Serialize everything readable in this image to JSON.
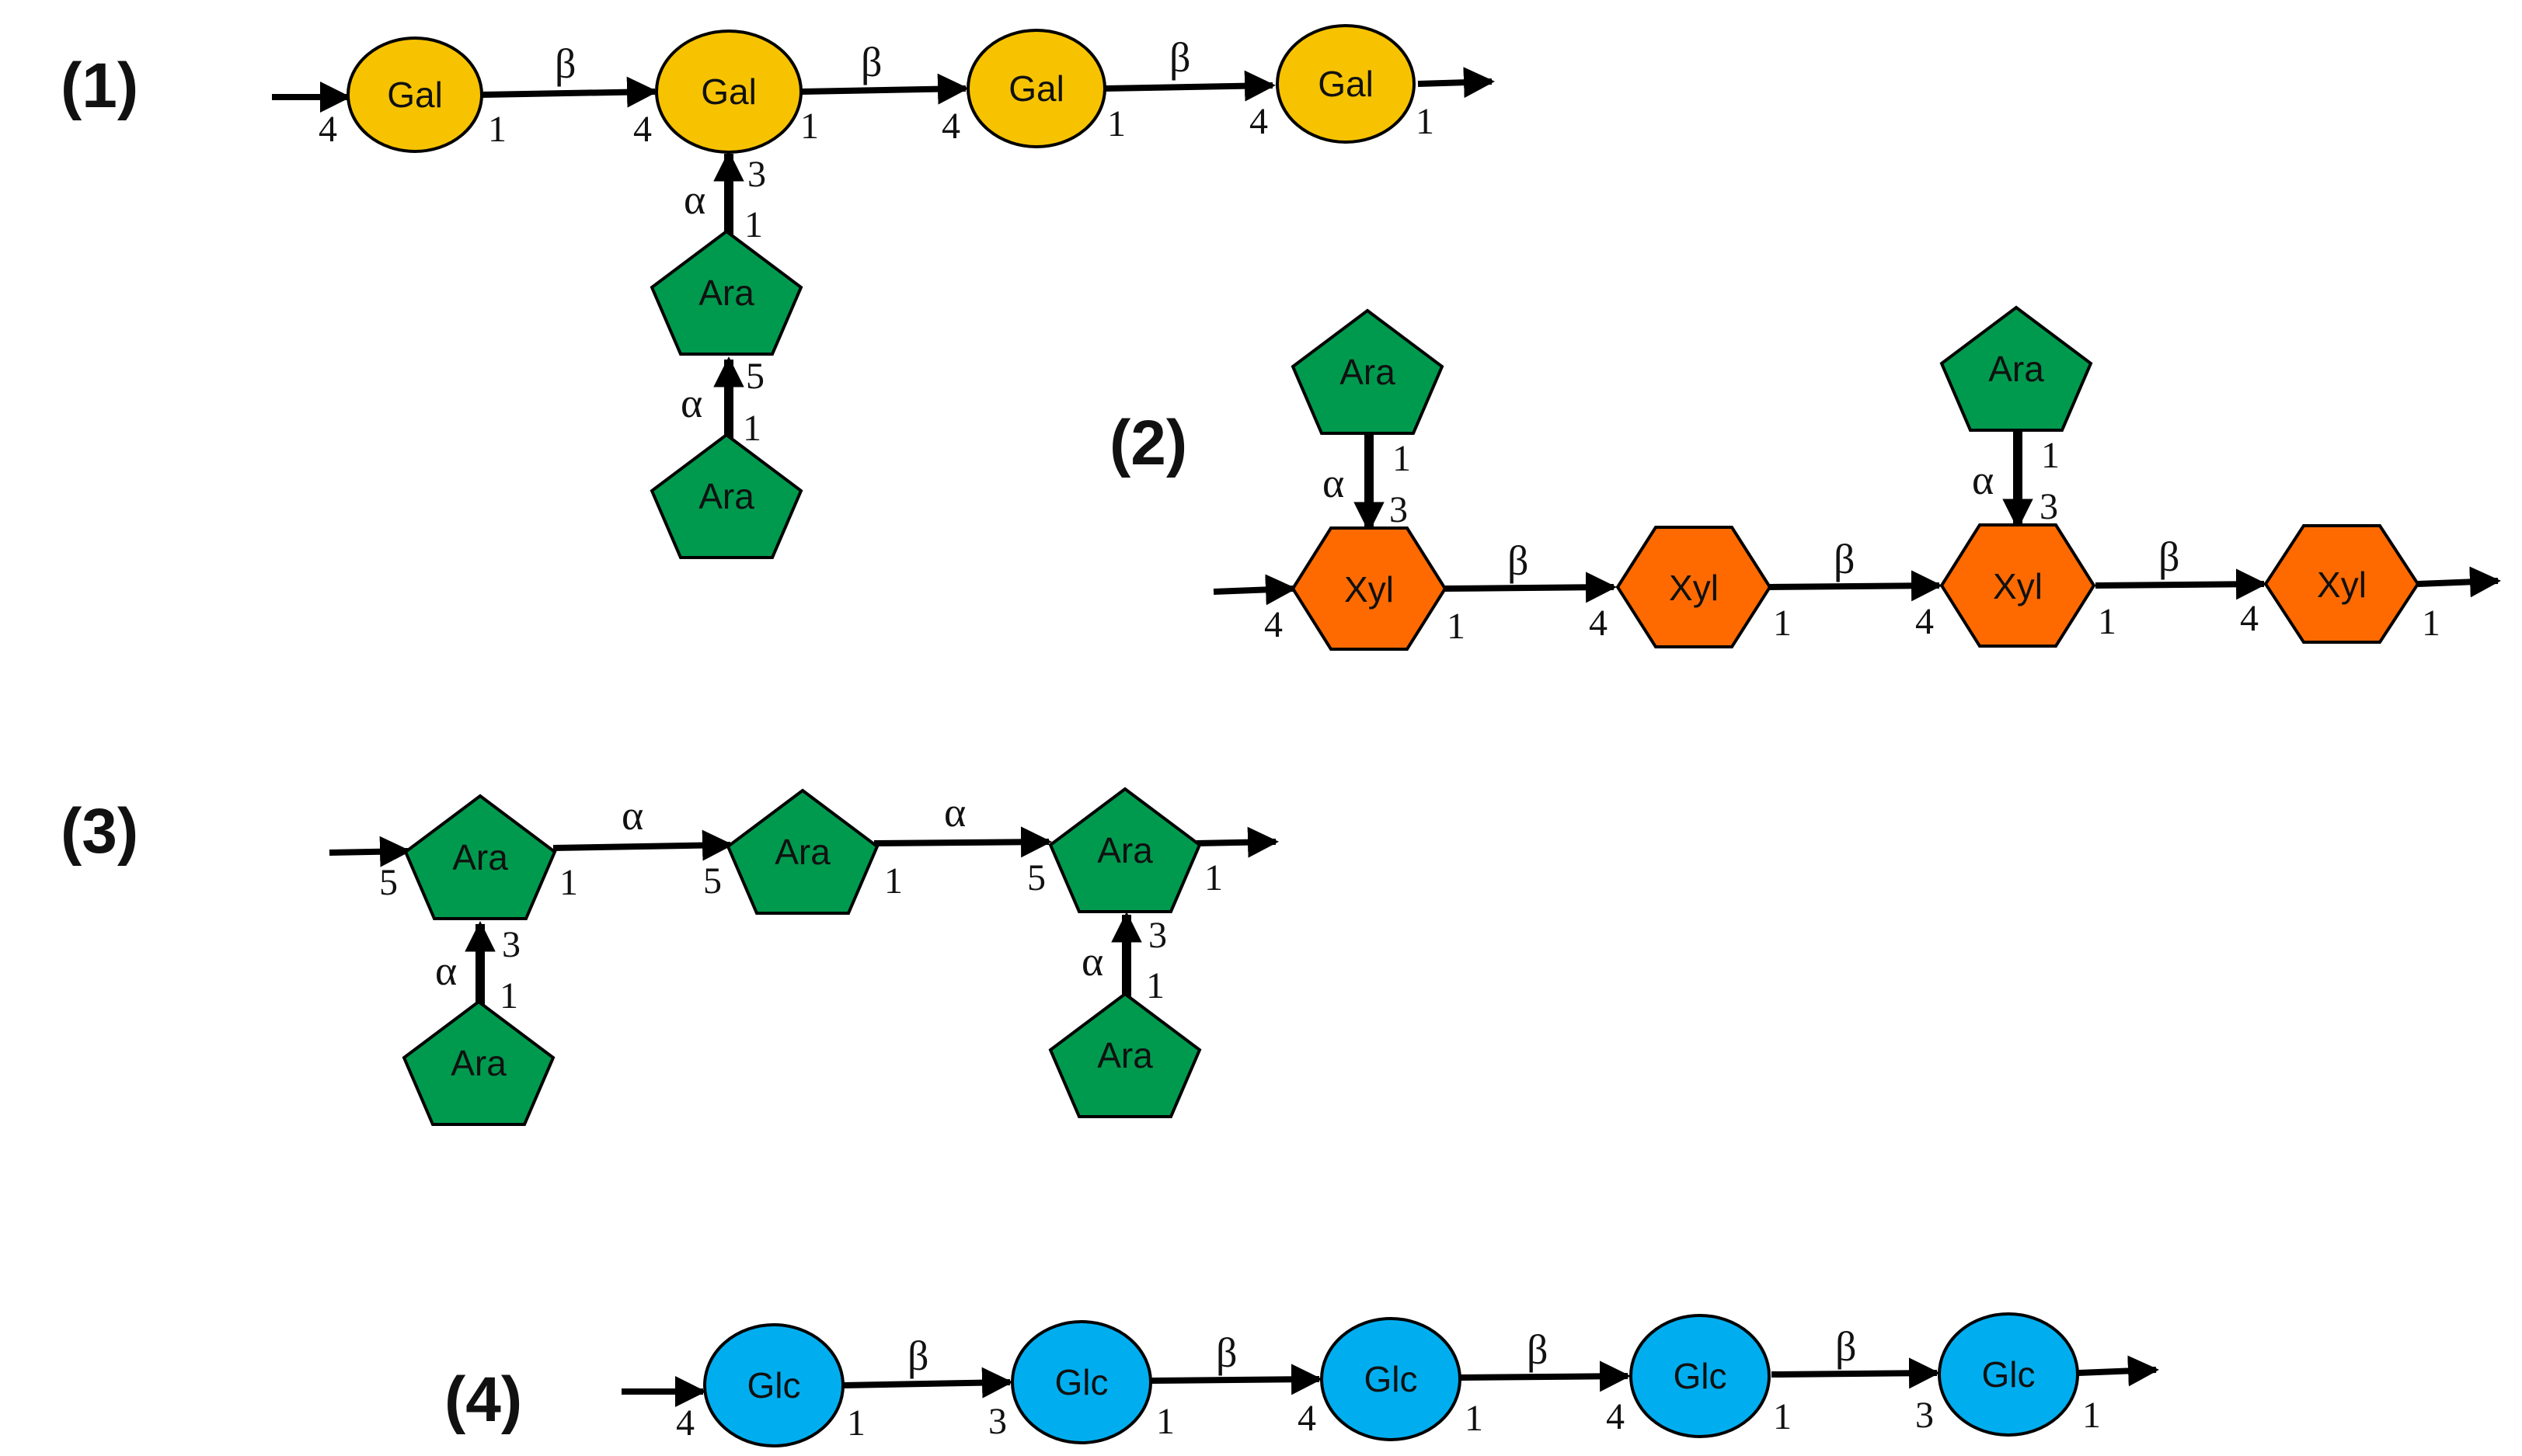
{
  "colors": {
    "Gal": "#F7C300",
    "Ara": "#009A4E",
    "Xyl": "#FF6A00",
    "Glc": "#00AEEF"
  },
  "structures": [
    {
      "label": "(1)",
      "residues": [
        {
          "name": "Gal",
          "shape": "ellipse"
        },
        {
          "name": "Gal",
          "shape": "ellipse"
        },
        {
          "name": "Gal",
          "shape": "ellipse"
        },
        {
          "name": "Gal",
          "shape": "ellipse"
        },
        {
          "name": "Ara",
          "shape": "pentagon"
        },
        {
          "name": "Ara",
          "shape": "pentagon"
        }
      ],
      "numbers": [
        "4",
        "1",
        "4",
        "1",
        "4",
        "1",
        "4",
        "1",
        "3",
        "1",
        "5",
        "1"
      ],
      "anomers": [
        "β",
        "β",
        "β",
        "α",
        "α"
      ]
    },
    {
      "label": "(2)",
      "residues": [
        {
          "name": "Ara",
          "shape": "pentagon"
        },
        {
          "name": "Ara",
          "shape": "pentagon"
        },
        {
          "name": "Xyl",
          "shape": "hexagon"
        },
        {
          "name": "Xyl",
          "shape": "hexagon"
        },
        {
          "name": "Xyl",
          "shape": "hexagon"
        },
        {
          "name": "Xyl",
          "shape": "hexagon"
        }
      ],
      "numbers": [
        "1",
        "3",
        "1",
        "3",
        "4",
        "1",
        "4",
        "1",
        "4",
        "1",
        "4",
        "1"
      ],
      "anomers": [
        "α",
        "α",
        "β",
        "β",
        "β"
      ]
    },
    {
      "label": "(3)",
      "residues": [
        {
          "name": "Ara",
          "shape": "pentagon"
        },
        {
          "name": "Ara",
          "shape": "pentagon"
        },
        {
          "name": "Ara",
          "shape": "pentagon"
        },
        {
          "name": "Ara",
          "shape": "pentagon"
        },
        {
          "name": "Ara",
          "shape": "pentagon"
        }
      ],
      "numbers": [
        "5",
        "1",
        "5",
        "1",
        "5",
        "1",
        "3",
        "1",
        "3",
        "1"
      ],
      "anomers": [
        "α",
        "α",
        "α",
        "α"
      ]
    },
    {
      "label": "(4)",
      "residues": [
        {
          "name": "Glc",
          "shape": "ellipse"
        },
        {
          "name": "Glc",
          "shape": "ellipse"
        },
        {
          "name": "Glc",
          "shape": "ellipse"
        },
        {
          "name": "Glc",
          "shape": "ellipse"
        },
        {
          "name": "Glc",
          "shape": "ellipse"
        }
      ],
      "numbers": [
        "4",
        "1",
        "3",
        "1",
        "4",
        "1",
        "4",
        "1",
        "3",
        "1"
      ],
      "anomers": [
        "β",
        "β",
        "β",
        "β"
      ]
    }
  ]
}
